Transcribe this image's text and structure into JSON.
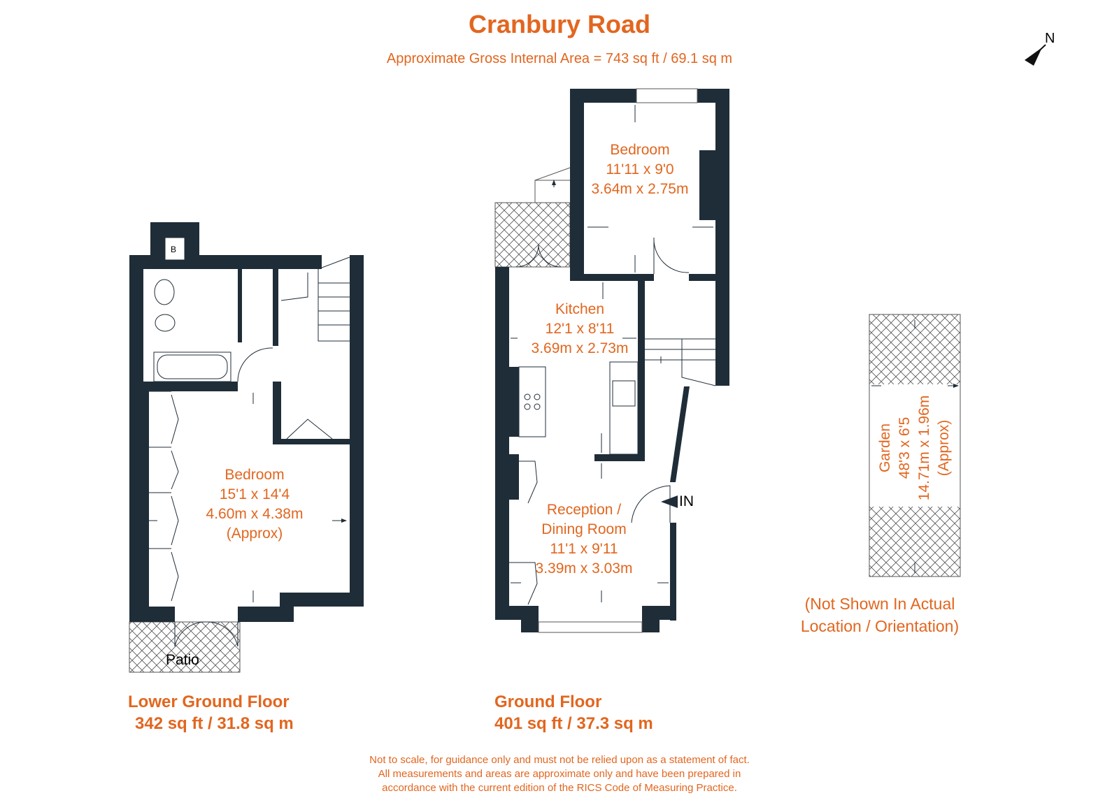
{
  "title": "Cranbury Road",
  "subtitle": "Approximate Gross Internal Area = 743 sq ft / 69.1 sq m",
  "compass_label": "N",
  "colors": {
    "accent": "#e2661f",
    "wall": "#1f2d38"
  },
  "lower_ground": {
    "boiler_label": "B",
    "bedroom": {
      "name": "Bedroom",
      "imperial": "15'1 x 14'4",
      "metric": "4.60m x 4.38m",
      "note": "(Approx)"
    },
    "patio_label": "Patio",
    "floor_name": "Lower Ground Floor",
    "floor_area": "342 sq ft / 31.8 sq m"
  },
  "ground": {
    "bedroom": {
      "name": "Bedroom",
      "imperial": "11'11 x 9'0",
      "metric": "3.64m x 2.75m"
    },
    "kitchen": {
      "name": "Kitchen",
      "imperial": "12'1 x 8'11",
      "metric": "3.69m x 2.73m"
    },
    "reception": {
      "name1": "Reception /",
      "name2": "Dining Room",
      "imperial": "11'1 x 9'11",
      "metric": "3.39m x 3.03m"
    },
    "entrance_label": "IN",
    "floor_name": "Ground Floor",
    "floor_area": "401 sq ft / 37.3 sq m"
  },
  "garden": {
    "name": "Garden",
    "imperial": "48'3 x 6'5",
    "metric": "14.71m x 1.96m",
    "note": "(Approx)",
    "disclaimer1": "(Not Shown In Actual",
    "disclaimer2": "Location / Orientation)"
  },
  "footer": {
    "line1": "Not to scale, for guidance only and must not be relied upon as a statement of fact.",
    "line2": "All measurements and areas are approximate only and have been prepared in",
    "line3": "accordance with the current edition of the RICS Code of Measuring Practice."
  }
}
